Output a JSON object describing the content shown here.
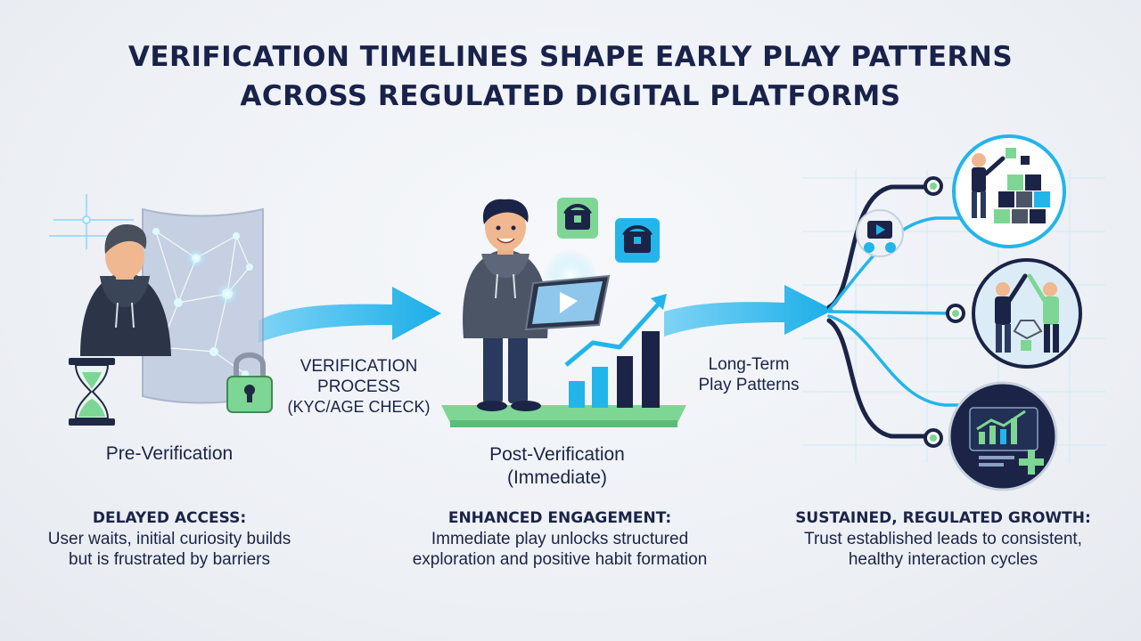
{
  "title": {
    "line1": "VERIFICATION TIMELINES SHAPE EARLY PLAY PATTERNS",
    "line2": "ACROSS REGULATED DIGITAL PLATFORMS"
  },
  "stages": {
    "pre": {
      "label": "Pre-Verification",
      "heading": "DELAYED ACCESS:",
      "desc_line1": "User waits, initial curiosity builds",
      "desc_line2": "but is frustrated by barriers"
    },
    "process": {
      "line1": "VERIFICATION",
      "line2": "PROCESS",
      "line3": "(KYC/AGE CHECK)"
    },
    "post": {
      "label_line1": "Post-Verification",
      "label_line2": "(Immediate)",
      "heading": "ENHANCED ENGAGEMENT:",
      "desc_line1": "Immediate play unlocks structured",
      "desc_line2": "exploration and positive habit formation"
    },
    "long_term": {
      "line1": "Long-Term",
      "line2": "Play Patterns",
      "heading": "SUSTAINED, REGULATED GROWTH:",
      "desc_line1": "Trust established leads to consistent,",
      "desc_line2": "healthy interaction cycles"
    }
  },
  "colors": {
    "navy": "#18224a",
    "arrow_blue": "#22b5ea",
    "green": "#7ed694",
    "slate": "#4b5566"
  }
}
